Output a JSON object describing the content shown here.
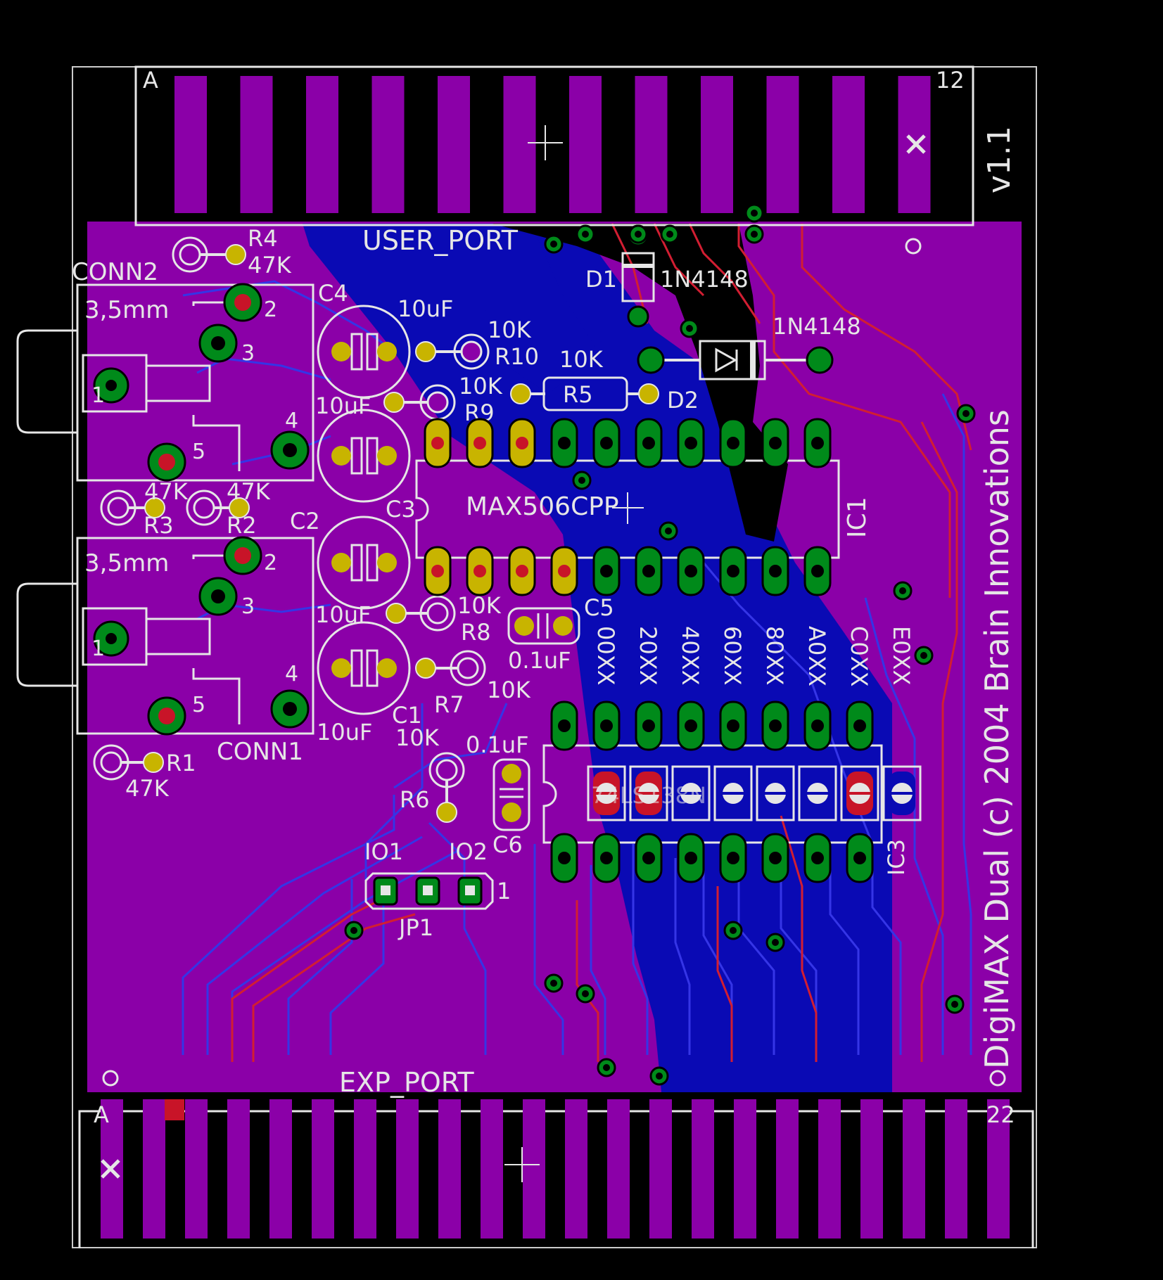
{
  "colors": {
    "background": "#000000",
    "board": "#8b00a8",
    "bottom_copper": "#0a0ab4",
    "top_copper": "#c81428",
    "pad": "#008a1a",
    "silk": "#e6e6e6"
  },
  "board": {
    "version": "v1.1",
    "credit": "DigiMAX Dual (c) 2004 Brain Innovations"
  },
  "user_port": {
    "label": "USER_PORT",
    "pin_first": "A",
    "pin_last": "12",
    "finger_count": 12
  },
  "exp_port": {
    "label": "EXP_PORT",
    "pin_first": "A",
    "pin_last": "22",
    "finger_count": 22
  },
  "connectors": [
    {
      "name": "CONN2",
      "size": "3,5mm",
      "pins": [
        "1",
        "2",
        "3",
        "4",
        "5"
      ]
    },
    {
      "name": "CONN1",
      "size": "3,5mm",
      "pins": [
        "1",
        "2",
        "3",
        "4",
        "5"
      ]
    }
  ],
  "resistors": [
    {
      "name": "R4",
      "value": "47K"
    },
    {
      "name": "R3",
      "value": "47K"
    },
    {
      "name": "R2",
      "value": "47K"
    },
    {
      "name": "R1",
      "value": "47K"
    },
    {
      "name": "R10",
      "value": "10K"
    },
    {
      "name": "R9",
      "value": "10K"
    },
    {
      "name": "R5",
      "value": "10K"
    },
    {
      "name": "R8",
      "value": "10K"
    },
    {
      "name": "R7",
      "value": "10K"
    },
    {
      "name": "R6",
      "value": "10K"
    }
  ],
  "capacitors": [
    {
      "name": "C4",
      "value": "10uF"
    },
    {
      "name": "C3",
      "value": "10uF"
    },
    {
      "name": "C2",
      "value": "10uF"
    },
    {
      "name": "C1",
      "value": "10uF"
    },
    {
      "name": "C5",
      "value": "0.1uF"
    },
    {
      "name": "C6",
      "value": "0.1uF"
    }
  ],
  "diodes": [
    {
      "name": "D1",
      "value": "1N4148"
    },
    {
      "name": "D2",
      "value": "1N4148"
    }
  ],
  "ics": [
    {
      "name": "IC1",
      "value": "MAX506CPP"
    },
    {
      "name": "IC3",
      "value": "74LS138N"
    }
  ],
  "address_labels": [
    "00XX",
    "20XX",
    "40XX",
    "60XX",
    "80XX",
    "A0XX",
    "C0XX",
    "E0XX"
  ],
  "jumper": {
    "name": "JP1",
    "left": "IO1",
    "right": "IO2",
    "pin1": "1"
  }
}
